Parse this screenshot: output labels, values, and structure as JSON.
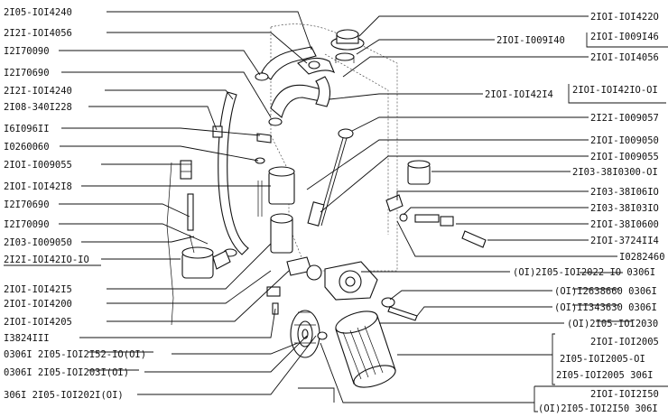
{
  "labels_left": [
    "2I05-IOI4240",
    "2I2I-IOI4056",
    "I2I70090",
    "I2I70690",
    "2I2I-IOI4240",
    "2I08-340I228",
    "I6I096II",
    "I0260060",
    "2IOI-I009055",
    "2IOI-IOI42I8",
    "I2I70690",
    "I2I70090",
    "2I03-I009050",
    "2I2I-IOI42IO-IO",
    "2IOI-IOI42I5",
    "2IOI-IOI4200",
    "2IOI-IOI4205",
    "I3824III",
    "0306I 2I05-IOI2I52-IO(OI)",
    "0306I 2I05-IOI203I(OI)",
    "306I 2I05-IOI202I(OI)"
  ],
  "labels_right": [
    "2IOI-IOI422O",
    "2IOI-I009I40",
    "2IOI-I009I46",
    "2IOI-IOI4056",
    "2IOI-IOI42I4",
    "2IOI-IOI42IO-OI",
    "2I2I-I009057",
    "2IOI-I009050",
    "2IOI-I009055",
    "2I03-38I0300-OI",
    "2I03-38I06IO",
    "2I03-38I03IO",
    "2IOI-38I0600",
    "2IOI-3724II4",
    "I0282460",
    "(OI)2I05-IOI2022-IO 0306I",
    "(OI)I2638660 0306I",
    "(OI)II343630 0306I",
    "(OI)2I05-IOI2030",
    "2IOI-IOI2005",
    "2I05-IOI2005-OI",
    "2I05-IOI2005 306I",
    "2IOI-IOI2I50",
    "(OI)2I05-IOI2I50 306I"
  ],
  "icons": [
    "oil-filler-cap",
    "breather-hose",
    "oil-pump",
    "oil-filter",
    "oil-dipstick",
    "oil-pressure-sensor",
    "pulley",
    "hose-clamp"
  ]
}
